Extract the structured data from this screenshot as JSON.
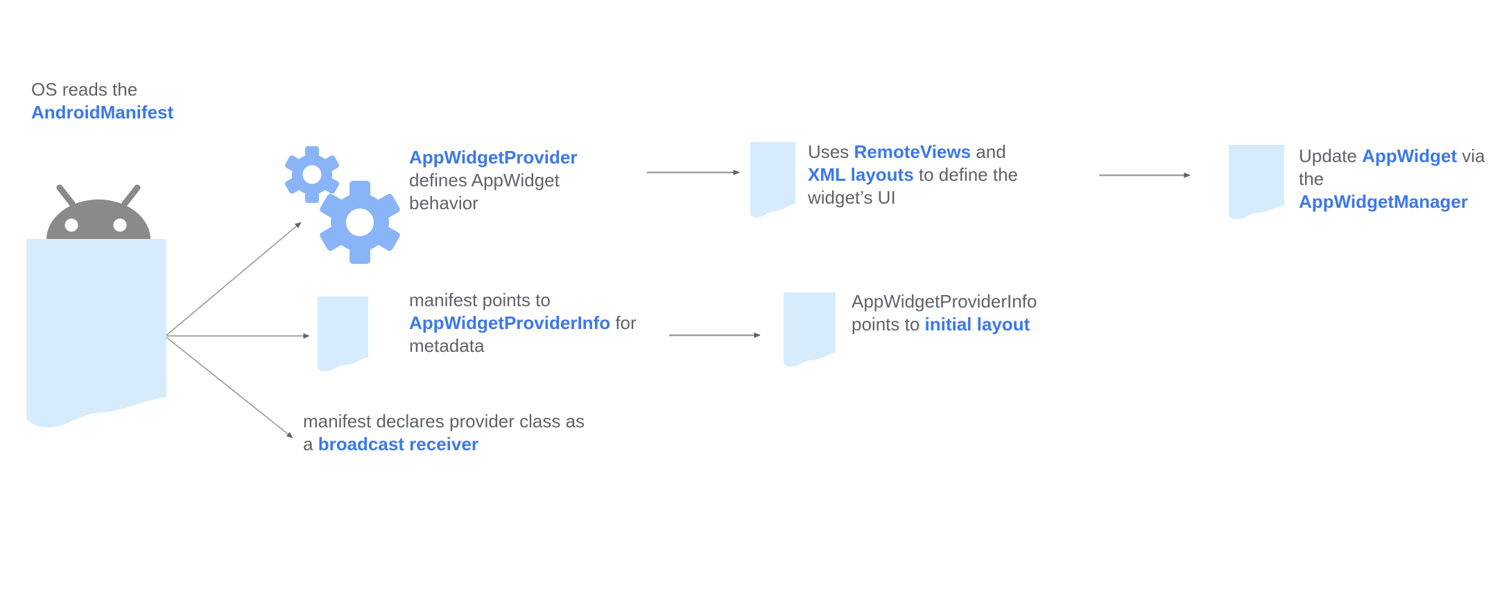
{
  "colors": {
    "blue": "#3c78e8",
    "gray": "#5f6368",
    "doc_fill": "#d6ecfc",
    "gear_blue": "#8ab4f8",
    "robot_gray": "#8a8a8a",
    "arrow_line": "#9e9e9e",
    "arrow_head": "#616161",
    "bg": "#ffffff"
  },
  "os_label": {
    "line1": "OS reads the",
    "line2": "AndroidManifest"
  },
  "provider_node": {
    "l1": "AppWidgetProvider",
    "l2": "defines AppWidget",
    "l3": "behavior"
  },
  "remoteviews_node": {
    "l1a": "Uses ",
    "l1b": "RemoteViews",
    "l1c": " and",
    "l2a": "XML layouts",
    "l2b": " to define the",
    "l3": "widget’s UI"
  },
  "update_node": {
    "l1a": "Update ",
    "l1b": "AppWidget",
    "l1c": " via",
    "l2": "the",
    "l3": "AppWidgetManager"
  },
  "metadata_node": {
    "l1": "manifest points to",
    "l2a": "AppWidgetProviderInfo",
    "l2b": " for",
    "l3": "metadata"
  },
  "initial_layout_node": {
    "l1": "AppWidgetProviderInfo",
    "l2a": "points to ",
    "l2b": "initial layout"
  },
  "broadcast_node": {
    "l1": "manifest declares provider class as",
    "l2a": "a ",
    "l2b": "broadcast receiver"
  }
}
